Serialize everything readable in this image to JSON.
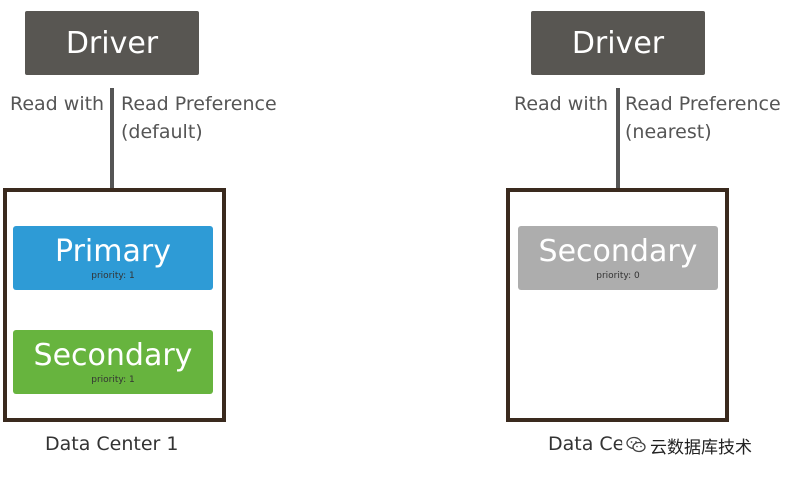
{
  "diagrams": [
    {
      "driver_label": "Driver",
      "note_left": "Read with",
      "note_right_line1": "Read Preference",
      "note_right_line2": "(default)",
      "nodes": [
        {
          "label": "Primary",
          "priority": "priority: 1",
          "color": "#2e9bd6"
        },
        {
          "label": "Secondary",
          "priority": "priority: 1",
          "color": "#67b43e"
        }
      ],
      "data_center_label": "Data Center 1"
    },
    {
      "driver_label": "Driver",
      "note_left": "Read with",
      "note_right_line1": "Read Preference",
      "note_right_line2": "(nearest)",
      "nodes": [
        {
          "label": "Secondary",
          "priority": "priority: 0",
          "color": "#adadad"
        }
      ],
      "data_center_label": "Data Ce"
    }
  ],
  "watermark": {
    "text": "云数据库技术",
    "icon": "wechat-icon"
  },
  "colors": {
    "driver": "#585652",
    "border": "#3a2a1e",
    "arrow": "#555555"
  }
}
